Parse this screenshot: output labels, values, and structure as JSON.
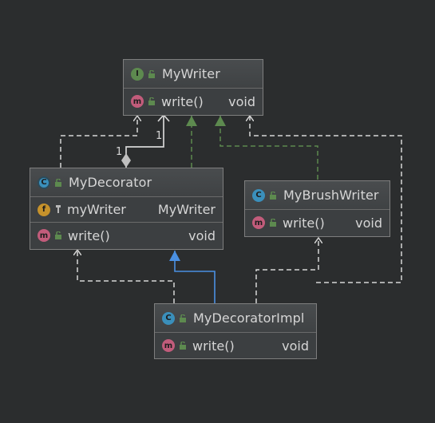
{
  "diagram": {
    "classes": {
      "mywriter": {
        "name": "MyWriter",
        "kind_icon": "I",
        "methods": [
          {
            "name": "write()",
            "type": "void",
            "icon": "m"
          }
        ]
      },
      "mydecorator": {
        "name": "MyDecorator",
        "kind_icon": "C",
        "fields": [
          {
            "name": "myWriter",
            "type": "MyWriter",
            "icon": "f"
          }
        ],
        "methods": [
          {
            "name": "write()",
            "type": "void",
            "icon": "m"
          }
        ]
      },
      "mybrushwriter": {
        "name": "MyBrushWriter",
        "kind_icon": "C",
        "methods": [
          {
            "name": "write()",
            "type": "void",
            "icon": "m"
          }
        ]
      },
      "mydecoratorimpl": {
        "name": "MyDecoratorImpl",
        "kind_icon": "C",
        "methods": [
          {
            "name": "write()",
            "type": "void",
            "icon": "m"
          }
        ]
      }
    },
    "relations": {
      "composition": {
        "source_multiplicity": "1",
        "target_multiplicity": "1"
      }
    },
    "colors": {
      "background": "#2b2d2e",
      "box": "#3c3f41",
      "dependency": "#d6d6d6",
      "realization": "#5d8a4f",
      "inheritance": "#4a90e2",
      "composition": "#d6d6d6"
    },
    "icon_names": {
      "interface": "interface-icon",
      "class": "class-icon",
      "abstract": "abstract-class-icon",
      "method": "method-icon",
      "field": "field-icon",
      "public": "public-lock-icon",
      "final": "pin-icon"
    }
  }
}
